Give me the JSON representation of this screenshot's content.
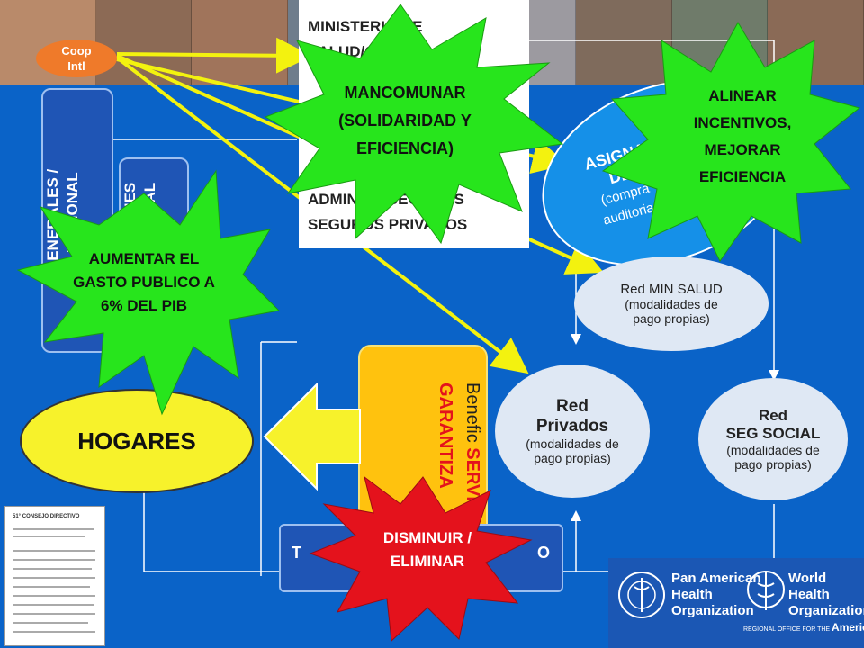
{
  "coop": {
    "line1": "Coop",
    "line2": "Intl"
  },
  "ministerio": {
    "lines": [
      "MINISTERIO DE",
      "SALUD/GBNO",
      "",
      "",
      "",
      "ADMIN DE SEGUROS",
      "SEGUROS PRIVADOS"
    ]
  },
  "vertical_boxes": {
    "generales": {
      "line1": "GENERALES /",
      "line2": "O NACIONAL"
    },
    "informal": {
      "line1": "ONES",
      "line2": "RMAL"
    }
  },
  "asigna": {
    "line1": "ASIGNA",
    "line2": "DE",
    "line3": "(compra",
    "line4": "auditoria,"
  },
  "red_min": {
    "title": "Red MIN SALUD",
    "sub1": "(modalidades de",
    "sub2": "pago propias)"
  },
  "red_priv": {
    "title1": "Red",
    "title2": "Privados",
    "sub1": "(modalidades de",
    "sub2": "pago propias)"
  },
  "red_seg": {
    "title1": "Red",
    "title2": "SEG SOCIAL",
    "sub1": "(modalidades de",
    "sub2": "pago propias)"
  },
  "hogares": "HOGARES",
  "beneficios": {
    "line1": "Benefic",
    "line2": "SERVICIOS",
    "line3": "GARANTIZA"
  },
  "bottom_bar": {
    "left": "T",
    "right": "O"
  },
  "bursts": {
    "mancomunar": [
      "MANCOMUNAR",
      "(SOLIDARIDAD Y",
      "EFICIENCIA)"
    ],
    "alinear": [
      "ALINEAR",
      "INCENTIVOS,",
      "MEJORAR",
      "EFICIENCIA"
    ],
    "aumentar": [
      "AUMENTAR EL",
      "GASTO PUBLICO A",
      "6% DEL PIB"
    ],
    "disminuir": [
      "DISMINUIR /",
      "ELIMINAR"
    ]
  },
  "logos": {
    "paho": [
      "Pan American",
      "Health",
      "Organization"
    ],
    "who": [
      "World Health",
      "Organization"
    ],
    "who_region": "REGIONAL OFFICE FOR THE",
    "who_region_bold": "Americas"
  },
  "doc_thumb": {
    "title": "51° CONSEJO DIRECTIVO"
  },
  "colors": {
    "background": "#0a63c8",
    "burst_green": "#27e51c",
    "burst_red": "#e4121c",
    "hogares": "#f7f22b",
    "beneficios": "#ffc20e",
    "coop": "#ef7a2a",
    "arrow_yellow": "#f3f20f"
  }
}
